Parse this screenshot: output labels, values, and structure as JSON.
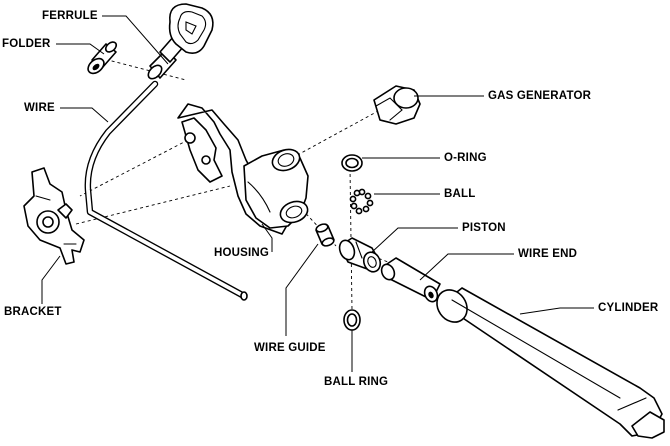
{
  "labels": {
    "ferrule": "FERRULE",
    "folder": "FOLDER",
    "wire": "WIRE",
    "bracket": "BRACKET",
    "gas_generator": "GAS GENERATOR",
    "o_ring": "O-RING",
    "ball": "BALL",
    "housing": "HOUSING",
    "piston": "PISTON",
    "wire_end": "WIRE END",
    "cylinder": "CYLINDER",
    "wire_guide": "WIRE GUIDE",
    "ball_ring": "BALL RING"
  }
}
